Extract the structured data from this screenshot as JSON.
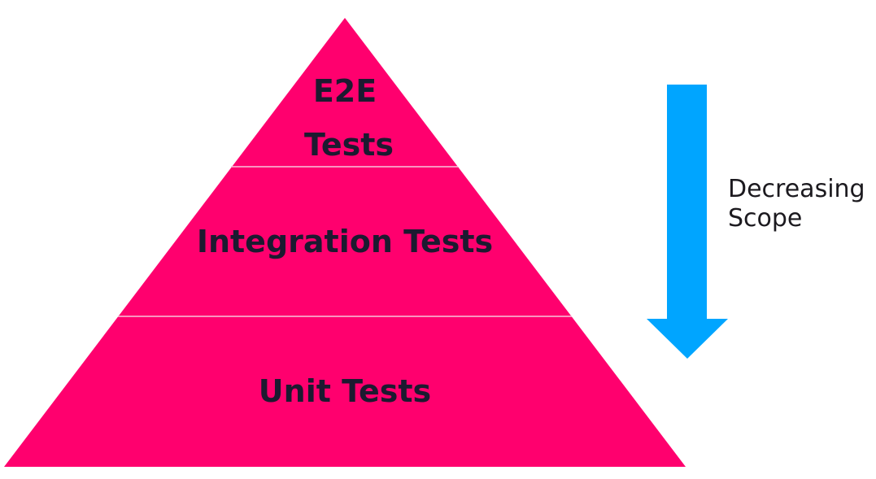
{
  "pyramid": {
    "levels": [
      {
        "line1": "E2E",
        "line2": "Tests"
      },
      {
        "label": "Integration Tests"
      },
      {
        "label": "Unit Tests"
      }
    ],
    "color": "#FF006E"
  },
  "arrow": {
    "label_line1": "Decreasing",
    "label_line2": "Scope",
    "color": "#00A5FF"
  }
}
